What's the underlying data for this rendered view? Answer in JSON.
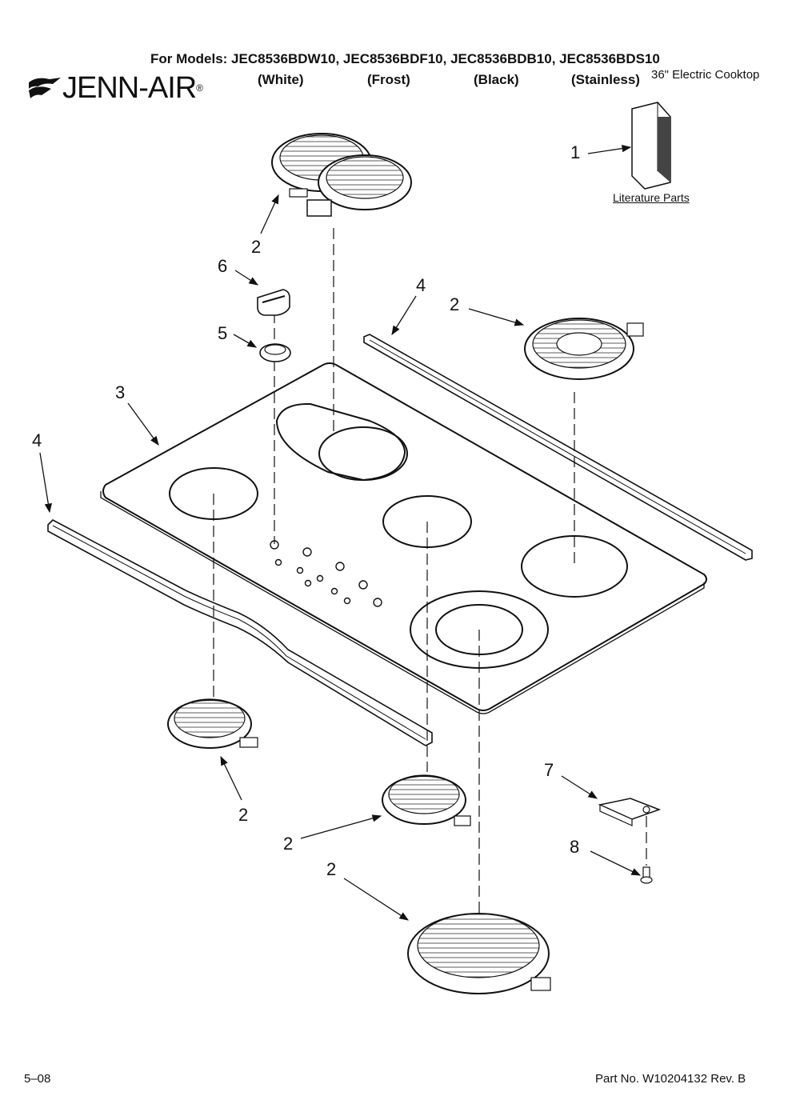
{
  "header": {
    "models_label": "For Models: JEC8536BDW10, JEC8536BDF10, JEC8536BDB10, JEC8536BDS10",
    "variants": [
      "(White)",
      "(Frost)",
      "(Black)",
      "(Stainless)"
    ],
    "product": "36\" Electric Cooktop",
    "brand": "JENN-AIR"
  },
  "literature": {
    "label": "Literature Parts",
    "number": "1"
  },
  "callouts": {
    "c2a": "2",
    "c2b": "2",
    "c2c": "2",
    "c2d": "2",
    "c2e": "2",
    "c3": "3",
    "c4a": "4",
    "c4b": "4",
    "c5": "5",
    "c6": "6",
    "c7": "7",
    "c8": "8"
  },
  "footer": {
    "date": "5–08",
    "part_number": "Part No. W10204132 Rev. B"
  }
}
